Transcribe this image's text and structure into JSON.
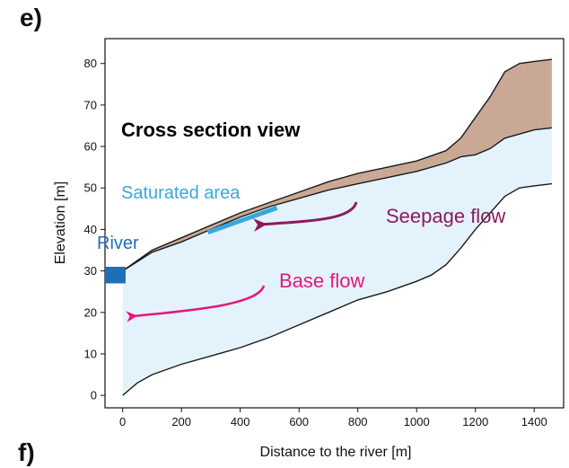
{
  "panel_labels": {
    "top": "e)",
    "bottom": "f)"
  },
  "colors": {
    "saturated_fill": "#e4f3fb",
    "unsaturated_fill": "#c9a995",
    "boundary_line": "#1a1a1a",
    "saturated_area_line": "#3aa7de",
    "river_marker": "#1f6fb8",
    "seepage_arrow": "#8c1b5c",
    "base_arrow": "#e5177d",
    "title_text": "#111111"
  },
  "chart_data": {
    "type": "area",
    "title": "Cross section view",
    "xlabel": "Distance to the river [m]",
    "ylabel": "Elevation [m]",
    "xlim": [
      -60,
      1500
    ],
    "ylim": [
      -3,
      86
    ],
    "xticks": [
      0,
      200,
      400,
      600,
      800,
      1000,
      1200,
      1400
    ],
    "yticks": [
      0,
      10,
      20,
      30,
      40,
      50,
      60,
      70,
      80
    ],
    "grid": false,
    "series": [
      {
        "role": "land_surface",
        "x": [
          0,
          100,
          200,
          300,
          400,
          500,
          600,
          700,
          800,
          900,
          1000,
          1100,
          1150,
          1200,
          1250,
          1300,
          1350,
          1400,
          1460
        ],
        "values": [
          30,
          35,
          38,
          41,
          44,
          46.5,
          49,
          51.5,
          53.5,
          55,
          56.5,
          59,
          62,
          67,
          72,
          78,
          80,
          80.5,
          81
        ]
      },
      {
        "role": "water_table",
        "x": [
          0,
          100,
          200,
          300,
          400,
          500,
          600,
          700,
          800,
          900,
          1000,
          1100,
          1150,
          1200,
          1250,
          1300,
          1350,
          1400,
          1460
        ],
        "values": [
          30,
          34.5,
          37,
          40,
          43,
          45.5,
          47.5,
          49.5,
          51,
          52.5,
          54,
          56,
          57.5,
          58,
          59.5,
          62,
          63,
          64,
          64.5
        ]
      },
      {
        "role": "aquifer_bottom",
        "x": [
          0,
          50,
          100,
          200,
          300,
          400,
          500,
          600,
          700,
          800,
          900,
          1000,
          1050,
          1100,
          1150,
          1200,
          1250,
          1300,
          1350,
          1400,
          1460
        ],
        "values": [
          0,
          3,
          5,
          7.5,
          9.5,
          11.5,
          14,
          17,
          20,
          23,
          25,
          27.5,
          29,
          31.5,
          35.5,
          40,
          44,
          48,
          50,
          50.5,
          51
        ]
      }
    ],
    "annotations": {
      "title": "Cross section view",
      "saturated_area": "Saturated area",
      "river": "River",
      "seepage_flow": "Seepage flow",
      "base_flow": "Base flow"
    },
    "saturated_area_segment": {
      "x": [
        290,
        525
      ],
      "y": [
        39.3,
        45.2
      ]
    },
    "river_marker": {
      "x": [
        -60,
        10
      ],
      "y": [
        27,
        31
      ]
    }
  }
}
